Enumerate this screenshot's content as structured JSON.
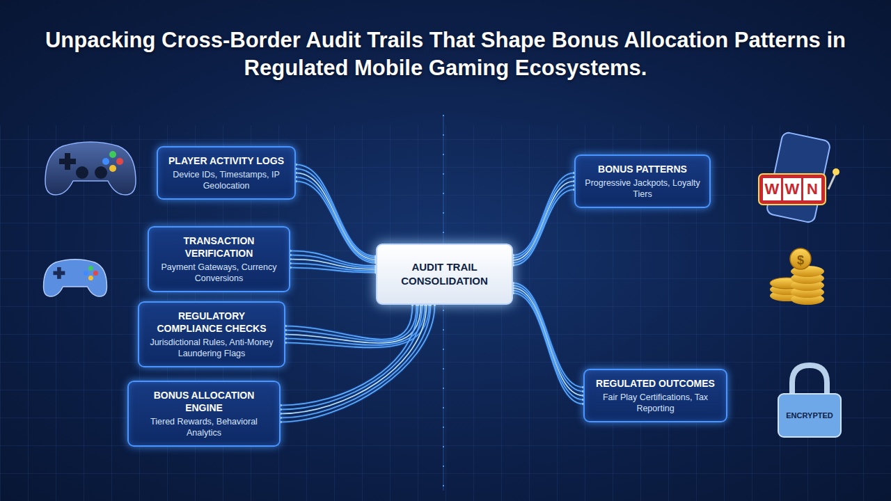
{
  "diagram": {
    "title": "Unpacking Cross-Border Audit Trails That Shape Bonus Allocation Patterns in Regulated Mobile Gaming Ecosystems.",
    "nodes": [
      {
        "text": [
          "PLAYER ACTIVITY LOGS",
          "Device IDs, Timestamps, IP Geolocation"
        ]
      },
      {
        "text": [
          "TRANSACTION VERIFICATION",
          "Payment Gateways, Currency Conversions"
        ]
      },
      {
        "text": [
          "REGULATORY COMPLIANCE CHECKS",
          "Jurisdictional Rules, Anti-Money Laundering Flags"
        ]
      },
      {
        "text": [
          "BONUS ALLOCATION ENGINE",
          "Tiered Rewards, Behavioral Analytics"
        ]
      },
      {
        "text": [
          "AUDIT TRAIL CONSOLIDATION"
        ]
      },
      {
        "text": [
          "BONUS PATTERNS",
          "Progressive Jackpots, Loyalty Tiers"
        ]
      },
      {
        "text": [
          "REGULATED OUTCOMES",
          "Fair Play Certifications, Tax Reporting"
        ]
      }
    ],
    "edges": [
      {
        "from": 0,
        "to": 4,
        "arrow": "none"
      },
      {
        "from": 1,
        "to": 4,
        "arrow": "none"
      },
      {
        "from": 2,
        "to": 4,
        "arrow": "none"
      },
      {
        "from": 3,
        "to": 4,
        "arrow": "none"
      },
      {
        "from": 4,
        "to": 5,
        "arrow": "none"
      },
      {
        "from": 4,
        "to": 6,
        "arrow": "none"
      }
    ],
    "labels": [
      "W",
      "W",
      "N",
      "$",
      "ENCRYPTED"
    ]
  }
}
